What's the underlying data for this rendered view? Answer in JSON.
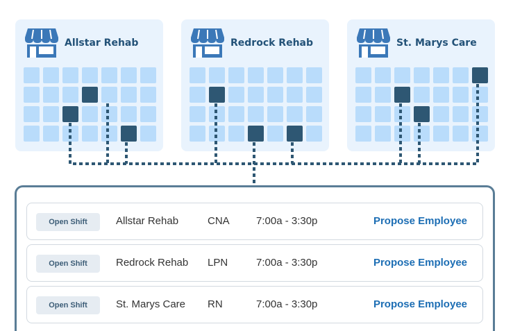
{
  "facilities": [
    {
      "name": "Allstar Rehab",
      "icon": "storefront-icon"
    },
    {
      "name": "Redrock Rehab",
      "icon": "storefront-icon"
    },
    {
      "name": "St. Marys Care",
      "icon": "storefront-icon"
    }
  ],
  "shifts": [
    {
      "badge": "Open Shift",
      "facility": "Allstar Rehab",
      "role": "CNA",
      "time": "7:00a - 3:30p",
      "action": "Propose Employee"
    },
    {
      "badge": "Open Shift",
      "facility": "Redrock Rehab",
      "role": "LPN",
      "time": "7:00a - 3:30p",
      "action": "Propose Employee"
    },
    {
      "badge": "Open Shift",
      "facility": "St. Marys Care",
      "role": "RN",
      "time": "7:00a - 3:30p",
      "action": "Propose Employee"
    }
  ],
  "colors": {
    "card_bg": "#e9f3fd",
    "cell": "#b9dcfb",
    "cell_filled": "#2e5773",
    "icon": "#3b78b8",
    "connector": "#2e5773",
    "panel_border": "#5a7d96",
    "action_link": "#1d6eb4"
  }
}
